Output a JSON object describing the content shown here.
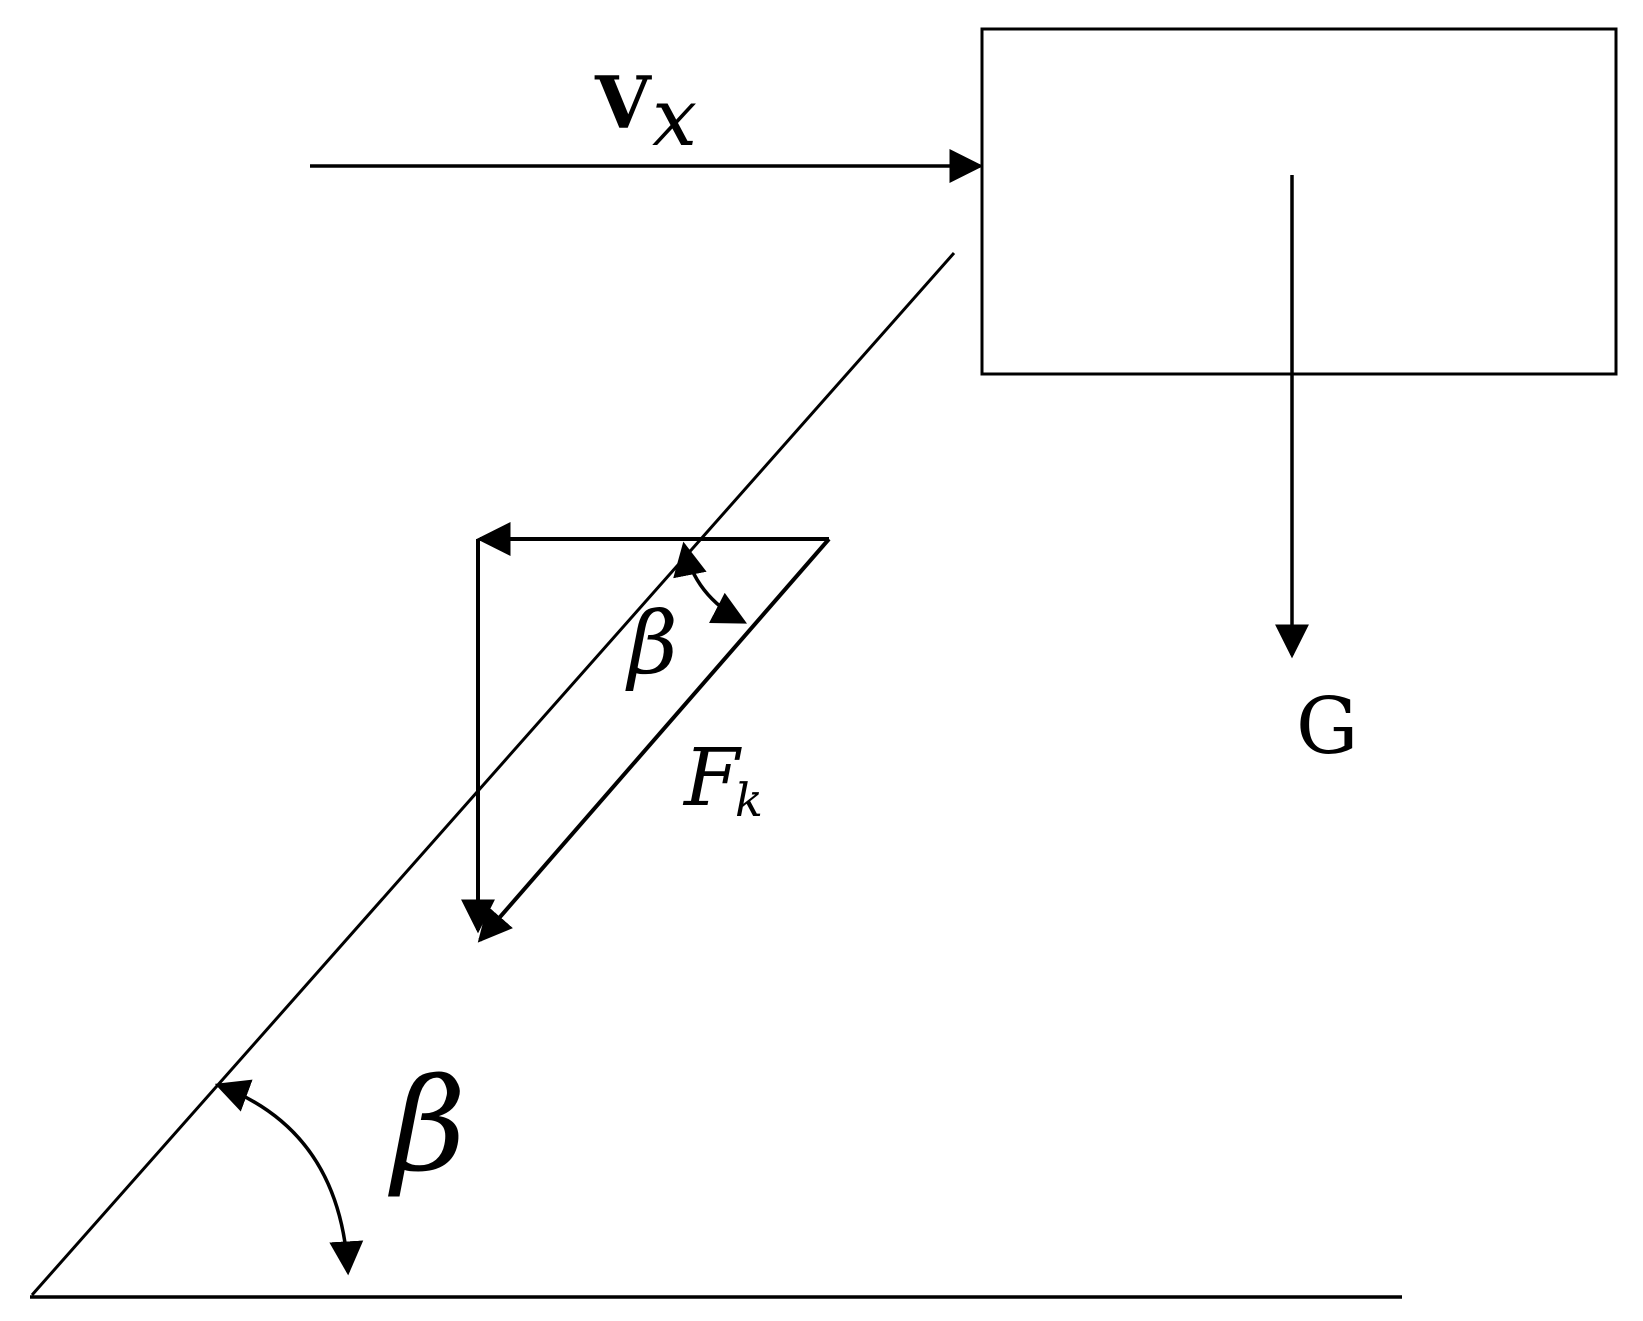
{
  "diagram": {
    "labels": {
      "velocity_main": "V",
      "velocity_sub": "x",
      "gravity": "G",
      "force_main": "F",
      "force_sub": "k",
      "angle_upper": "β",
      "angle_lower": "β"
    },
    "colors": {
      "stroke": "#000000",
      "background": "#ffffff"
    }
  }
}
